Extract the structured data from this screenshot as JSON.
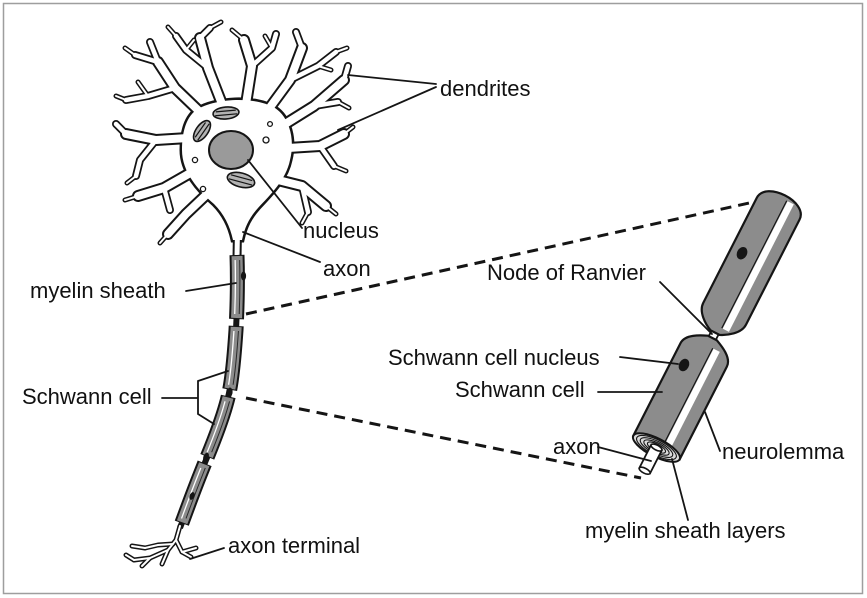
{
  "labels": {
    "dendrites": "dendrites",
    "nucleus": "nucleus",
    "axon": "axon",
    "myelin_sheath": "myelin sheath",
    "schwann_cell_left": "Schwann cell",
    "axon_terminal": "axon terminal",
    "node_of_ranvier": "Node of Ranvier",
    "schwann_cell_nucleus": "Schwann cell nucleus",
    "schwann_cell_right": "Schwann cell",
    "axon_right": "axon",
    "neurolemma": "neurolemma",
    "myelin_sheath_layers": "myelin sheath layers"
  },
  "colors": {
    "myelin": "#8c8c8c",
    "nucleus": "#9a9a9a",
    "frame": "#9e9e9e"
  }
}
